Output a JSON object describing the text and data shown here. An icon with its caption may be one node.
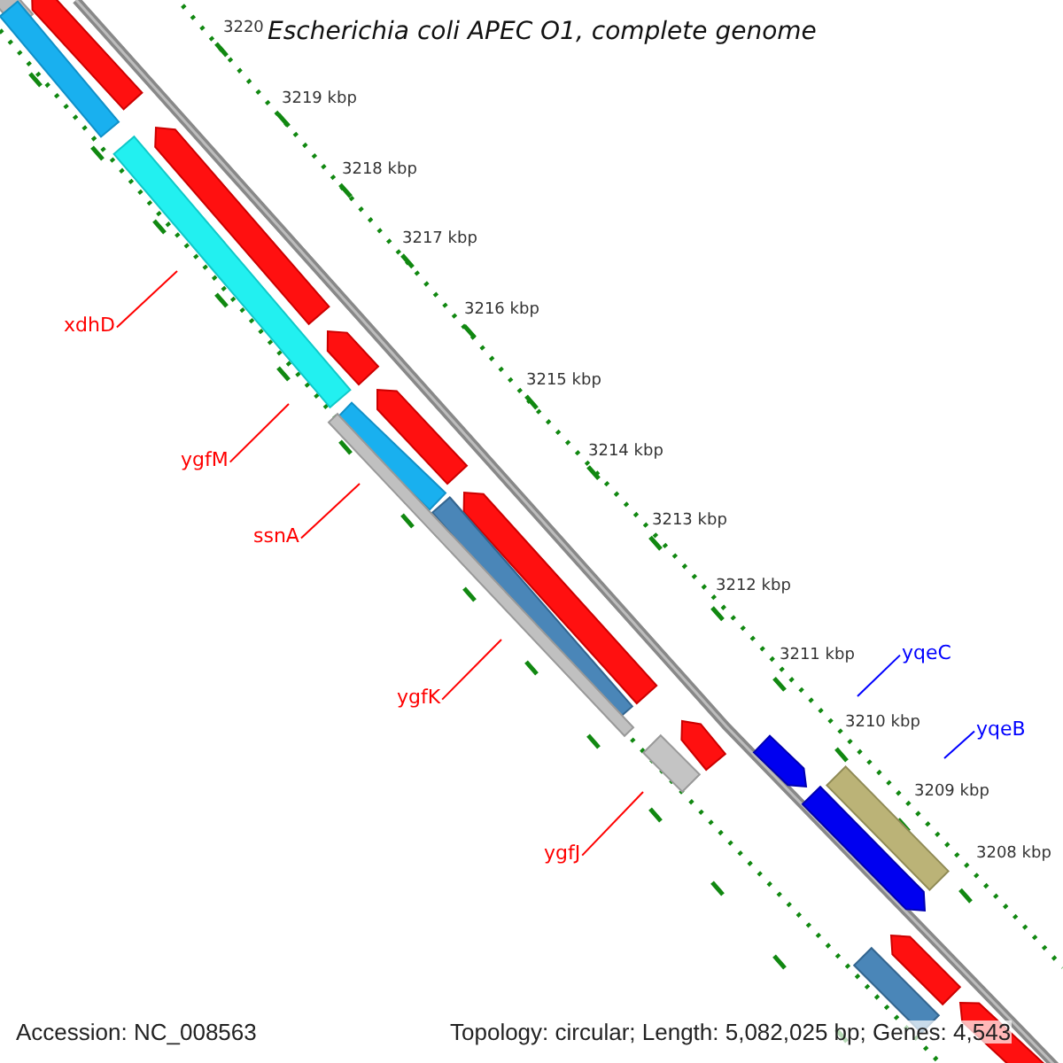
{
  "diagram": {
    "title": "Escherichia coli APEC O1, complete genome",
    "nodes": [
      {
        "text": [
          "xdhD"
        ]
      },
      {
        "text": [
          "ygfM"
        ]
      },
      {
        "text": [
          "ssnA"
        ]
      },
      {
        "text": [
          "ygfK"
        ]
      },
      {
        "text": [
          "ygfJ"
        ]
      },
      {
        "text": [
          "yqeC"
        ]
      },
      {
        "text": [
          "yqeB"
        ]
      }
    ],
    "edges": [
      {
        "from": 0,
        "to": null,
        "arrow": "none"
      },
      {
        "from": 1,
        "to": null,
        "arrow": "none"
      },
      {
        "from": 2,
        "to": null,
        "arrow": "none"
      },
      {
        "from": 3,
        "to": null,
        "arrow": "none"
      },
      {
        "from": 4,
        "to": null,
        "arrow": "none"
      },
      {
        "from": 5,
        "to": null,
        "arrow": "none",
        "color": "#0000ff"
      },
      {
        "from": 6,
        "to": null,
        "arrow": "none",
        "color": "#0000ff"
      }
    ],
    "labels": [
      "3220",
      "3219 kbp",
      "3218 kbp",
      "3217 kbp",
      "3216 kbp",
      "3215 kbp",
      "3214 kbp",
      "3213 kbp",
      "3212 kbp",
      "3211 kbp",
      "3210 kbp",
      "3209 kbp",
      "3208 kbp",
      "Accession: NC_008563",
      "Topology: circular; Length: 5,082,025 bp; Genes: 4,543"
    ]
  }
}
